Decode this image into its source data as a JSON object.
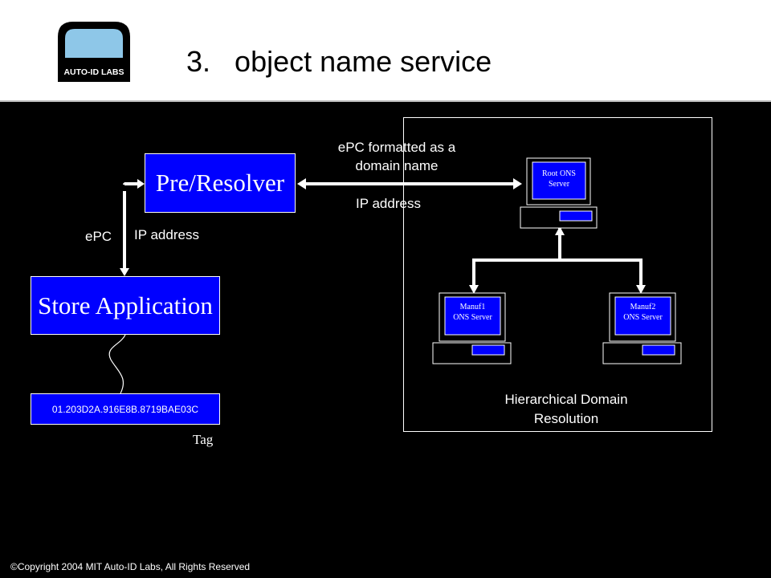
{
  "slide": {
    "number": "3.",
    "title": "object name service",
    "footer": "©Copyright 2004 MIT Auto-ID Labs, All Rights Reserved",
    "logo_text": "AUTO-ID LABS"
  },
  "diagram": {
    "pre_resolver": "Pre/Resolver",
    "store_application": "Store Application",
    "tag_code": "01.203D2A.916E8B.8719BAE03C",
    "tag_label": "Tag",
    "epc_label": "ePC",
    "ip_address_left": "IP address",
    "query_line1": "ePC formatted as a",
    "query_line2": "domain name",
    "ip_address_reply": "IP address",
    "root_server_line1": "Root ONS",
    "root_server_line2": "Server",
    "manuf1_line1": "Manuf1",
    "manuf1_line2": "ONS Server",
    "manuf2_line1": "Manuf2",
    "manuf2_line2": "ONS Server",
    "hierarchy_line1": "Hierarchical Domain",
    "hierarchy_line2": "Resolution"
  },
  "colors": {
    "box_blue": "#0000ff",
    "background": "#000000",
    "header": "#ffffff"
  }
}
